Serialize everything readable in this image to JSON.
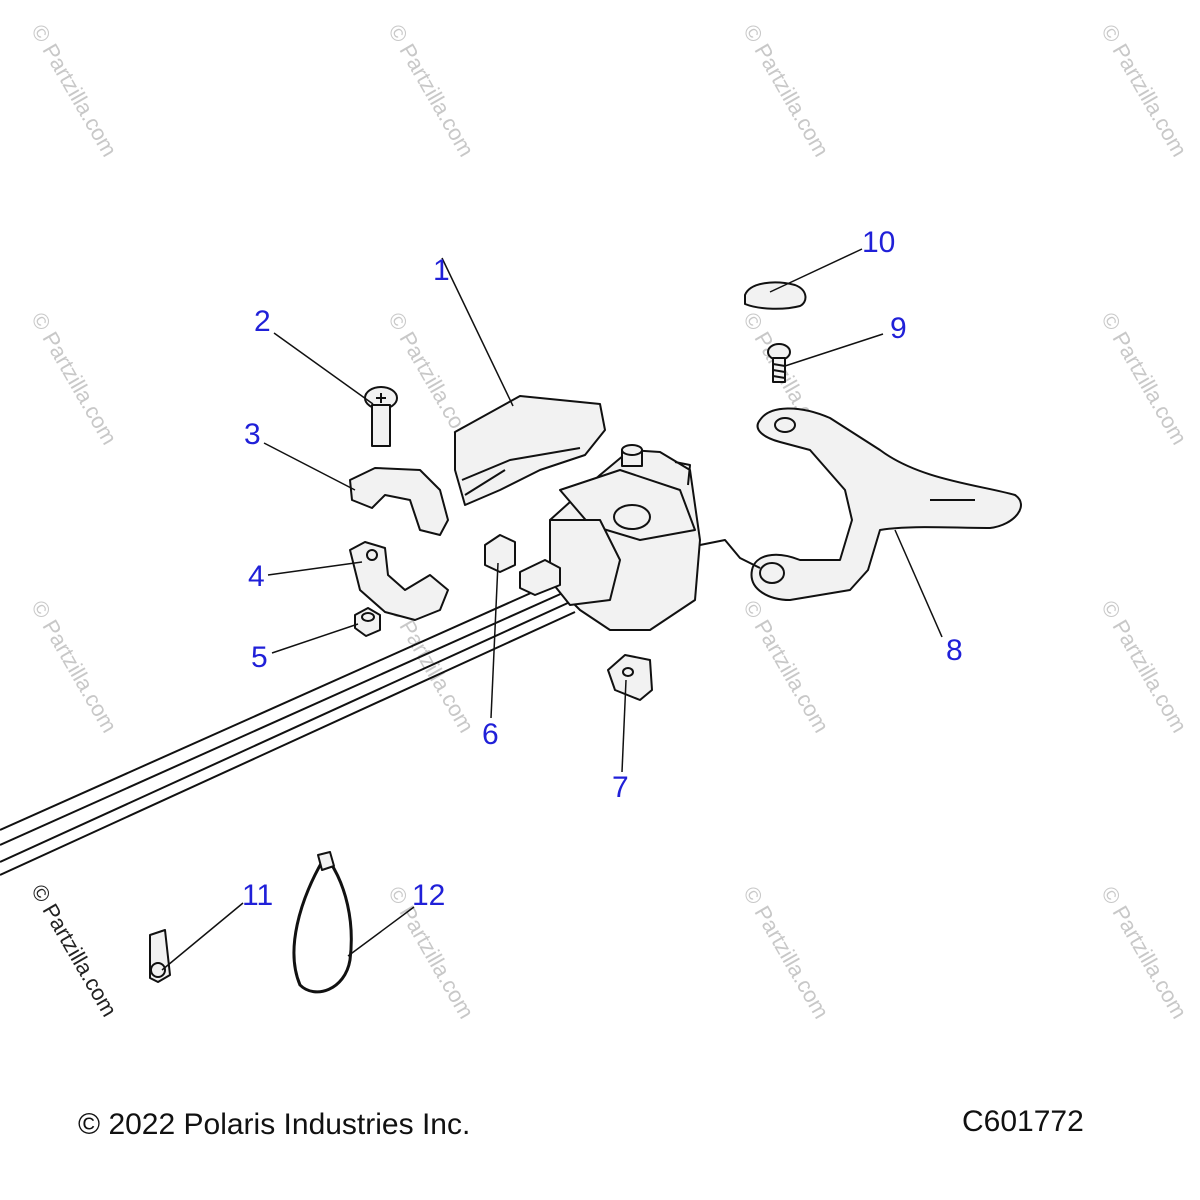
{
  "watermark": "© Partzilla.com",
  "callouts": {
    "c1": "1",
    "c2": "2",
    "c3": "3",
    "c4": "4",
    "c5": "5",
    "c6": "6",
    "c7": "7",
    "c8": "8",
    "c9": "9",
    "c10": "10",
    "c11": "11",
    "c12": "12"
  },
  "footer": {
    "copyright": "© 2022 Polaris Industries Inc.",
    "diagram_id": "C601772"
  },
  "colors": {
    "callout": "#2020d8",
    "line": "#111111",
    "part_fill": "#f2f2f2"
  }
}
